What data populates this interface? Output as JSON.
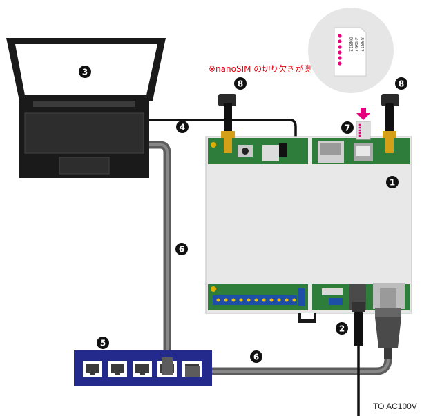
{
  "labels": {
    "n1": "1",
    "n2": "2",
    "n3": "3",
    "n4": "4",
    "n5": "5",
    "n6a": "6",
    "n6b": "6",
    "n7": "7",
    "n8a": "8",
    "n8b": "8"
  },
  "nanosim_note": "※nanoSIM の切り欠きが奥",
  "power_label": "TO AC100V",
  "sim_text": {
    "line1": "DN012",
    "line2": "34567",
    "line3": "89012"
  },
  "colors": {
    "note_red": "#e60012",
    "hub_blue": "#232a8c",
    "board_green": "#2f7d3a",
    "laptop_black": "#1a1a1a",
    "cable_gray": "#6b6b6b",
    "antenna_gold": "#d4a017"
  },
  "icons": {
    "laptop": "laptop-icon",
    "router": "router-board-icon",
    "hub": "network-hub-icon",
    "sim": "nanosim-card-icon",
    "antenna": "lte-antenna-icon",
    "power_plug": "power-plug-icon",
    "dc_plug": "dc-plug-icon"
  }
}
